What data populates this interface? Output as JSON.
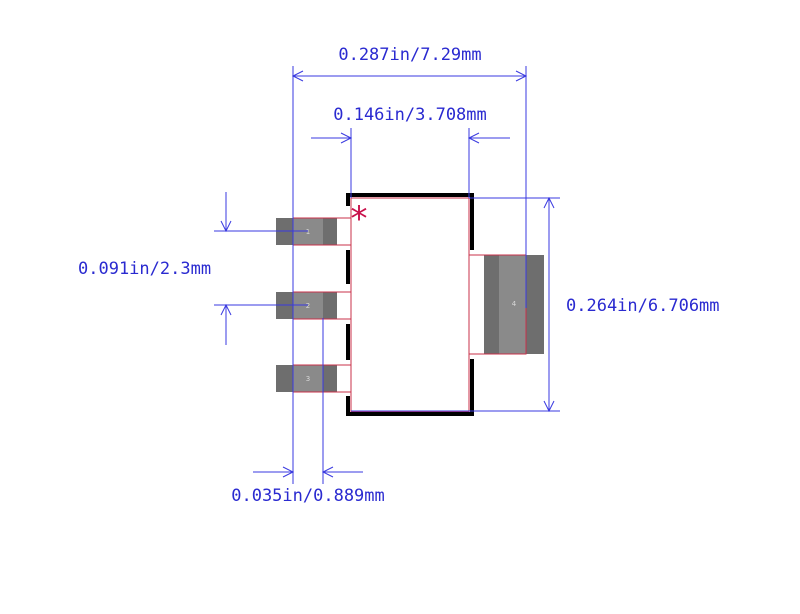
{
  "footprint": {
    "dimensions": {
      "overall_width": "0.287in/7.29mm",
      "body_width": "0.146in/3.708mm",
      "pin_pitch": "0.091in/2.3mm",
      "overall_height": "0.264in/6.706mm",
      "pad_width": "0.035in/0.889mm"
    },
    "pads": [
      {
        "label": "1"
      },
      {
        "label": "2"
      },
      {
        "label": "3"
      },
      {
        "label": "4"
      }
    ],
    "pin1_marker": "*",
    "colors": {
      "dimension": "#2a2ad0",
      "pad": "#6e6e6e",
      "pad_dark": "#555555",
      "outline_silk": "#000000",
      "courtyard": "#c8304a",
      "pin1_marker": "#c8104a"
    }
  }
}
